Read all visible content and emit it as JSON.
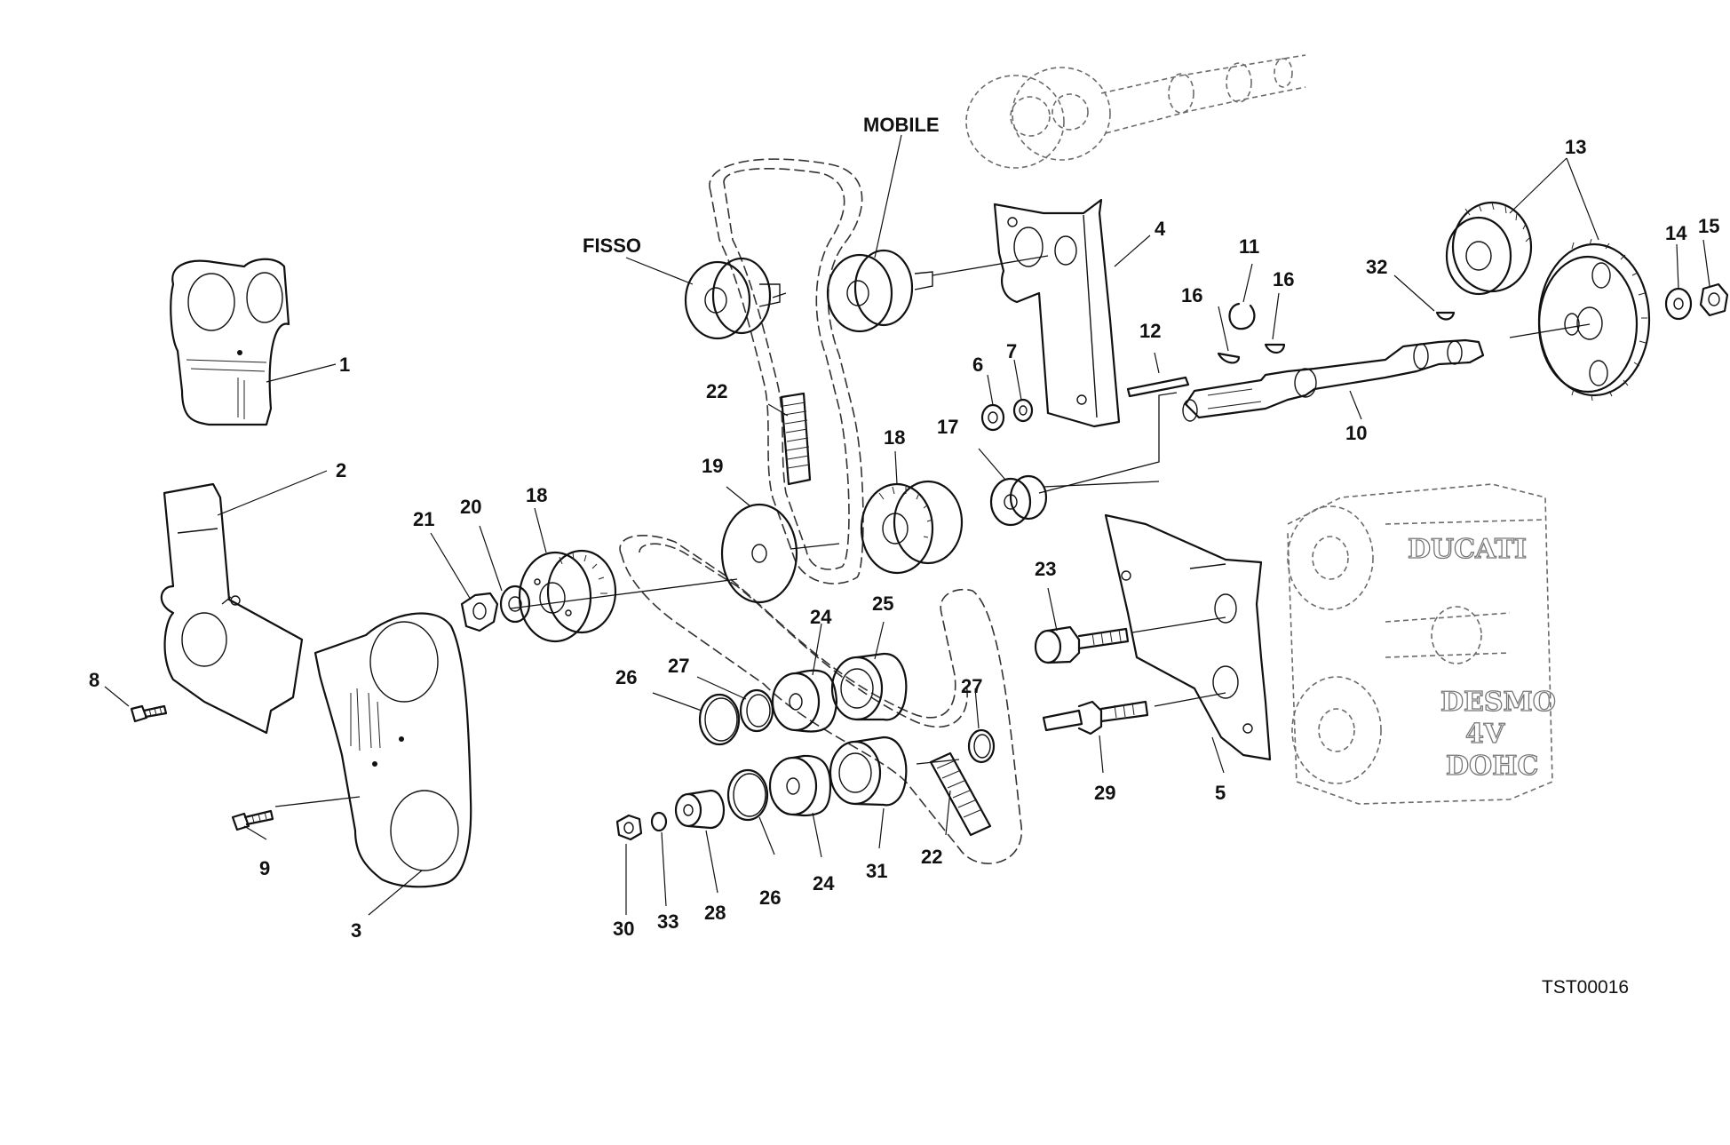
{
  "words": {
    "mobile": "MOBILE",
    "fisso": "FISSO"
  },
  "drawing_code": "TST00016",
  "engine_lettering": {
    "brand": "DUCATI",
    "line1": "DESMO",
    "line2": "4V",
    "line3": "DOHC"
  },
  "labels": {
    "l1": "1",
    "l2": "2",
    "l3": "3",
    "l4": "4",
    "l5": "5",
    "l6": "6",
    "l7": "7",
    "l8": "8",
    "l9": "9",
    "l10": "10",
    "l11": "11",
    "l12": "12",
    "l13": "13",
    "l14": "14",
    "l15": "15",
    "l16a": "16",
    "l16b": "16",
    "l17": "17",
    "l18a": "18",
    "l18b": "18",
    "l19": "19",
    "l20": "20",
    "l21": "21",
    "l22a": "22",
    "l22b": "22",
    "l23": "23",
    "l24a": "24",
    "l24b": "24",
    "l25": "25",
    "l26a": "26",
    "l26b": "26",
    "l27a": "27",
    "l27b": "27",
    "l28": "28",
    "l29": "29",
    "l30": "30",
    "l31": "31",
    "l32": "32",
    "l33": "33"
  }
}
